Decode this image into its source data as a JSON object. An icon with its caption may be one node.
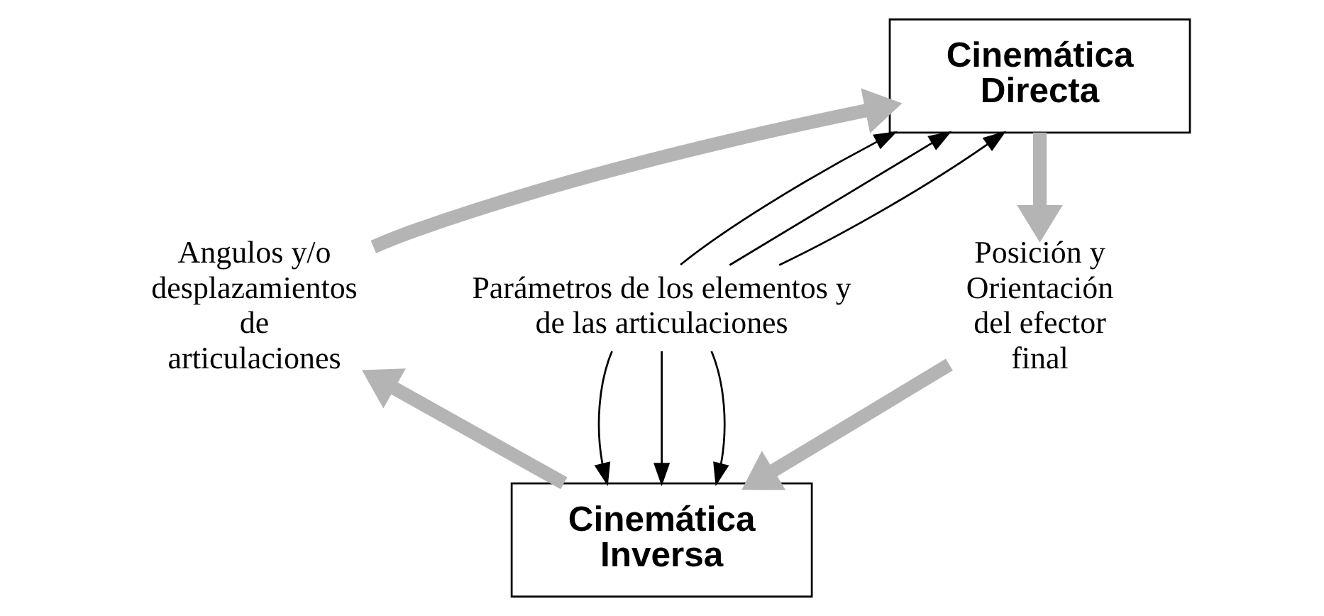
{
  "diagram": {
    "nodes": [
      {
        "text": [
          "Cinemática Directa"
        ]
      },
      {
        "text": [
          "Cinemática Inversa"
        ]
      },
      {
        "text": [
          "Angulos y/o desplazamientos de articulaciones"
        ]
      },
      {
        "text": [
          "Posición y Orientación del efector final"
        ]
      },
      {
        "text": [
          "Parámetros de los elementos y de las articulaciones"
        ]
      }
    ],
    "edges": [
      {
        "from": 2,
        "to": 0,
        "arrow": "to",
        "style": "thick",
        "color": "#b4b4b4"
      },
      {
        "from": 0,
        "to": 3,
        "arrow": "to",
        "style": "thick",
        "color": "#b4b4b4"
      },
      {
        "from": 3,
        "to": 1,
        "arrow": "to",
        "style": "thick",
        "color": "#b4b4b4"
      },
      {
        "from": 1,
        "to": 2,
        "arrow": "to",
        "style": "thick",
        "color": "#b4b4b4"
      },
      {
        "from": 4,
        "to": 0,
        "arrow": "to"
      },
      {
        "from": 4,
        "to": 0,
        "arrow": "to"
      },
      {
        "from": 4,
        "to": 0,
        "arrow": "to"
      },
      {
        "from": 4,
        "to": 1,
        "arrow": "to"
      },
      {
        "from": 4,
        "to": 1,
        "arrow": "to"
      },
      {
        "from": 4,
        "to": 1,
        "arrow": "to"
      }
    ]
  }
}
